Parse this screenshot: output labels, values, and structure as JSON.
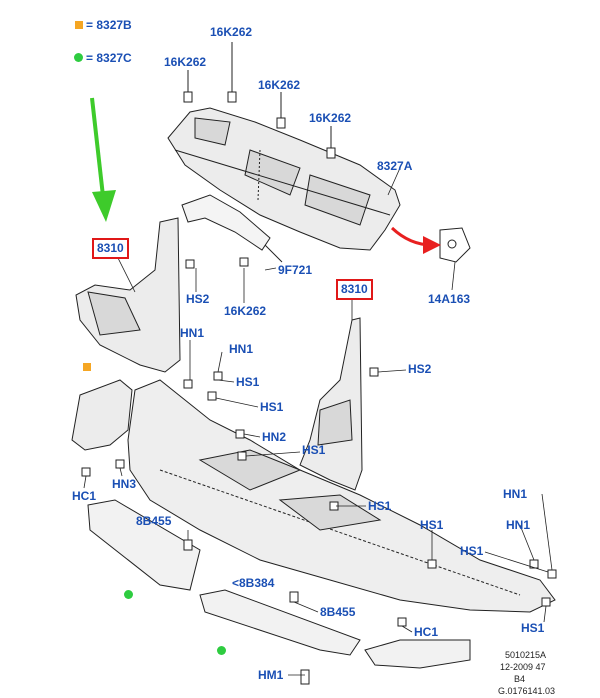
{
  "legend": {
    "square_label": "= 8327B",
    "dot_label": "= 8327C",
    "square_color": "#f5a623",
    "dot_color": "#2ecc40"
  },
  "labels": {
    "l_16k262_a": "16K262",
    "l_16k262_b": "16K262",
    "l_16k262_c": "16K262",
    "l_16k262_d": "16K262",
    "l_8327a": "8327A",
    "l_8310_left": "8310",
    "l_8310_right": "8310",
    "l_9f721": "9F721",
    "l_hs2_a": "HS2",
    "l_16k262_e": "16K262",
    "l_14a163": "14A163",
    "l_hn1_a": "HN1",
    "l_hn1_b": "HN1",
    "l_hs1_a": "HS1",
    "l_hs2_b": "HS2",
    "l_hs1_b": "HS1",
    "l_hn2": "HN2",
    "l_hs1_c": "HS1",
    "l_hn3": "HN3",
    "l_hc1_a": "HC1",
    "l_hs1_d": "HS1",
    "l_8b455_a": "8B455",
    "l_hn1_c": "HN1",
    "l_hs1_e": "HS1",
    "l_hn1_d": "HN1",
    "l_hs1_f": "HS1",
    "l_8b384": "<8B384",
    "l_8b455_b": "8B455",
    "l_hc1_b": "HC1",
    "l_hs1_g": "HS1",
    "l_hm1": "HM1"
  },
  "footer": {
    "line1": "5010215A",
    "line2": "12-2009 47",
    "line3": "B4",
    "line4": "G.0176141.03"
  },
  "colors": {
    "label_blue": "#1a4fb4",
    "highlight_red": "#e01818",
    "arrow_green": "#3ecb2b",
    "arrow_red": "#e82020"
  }
}
